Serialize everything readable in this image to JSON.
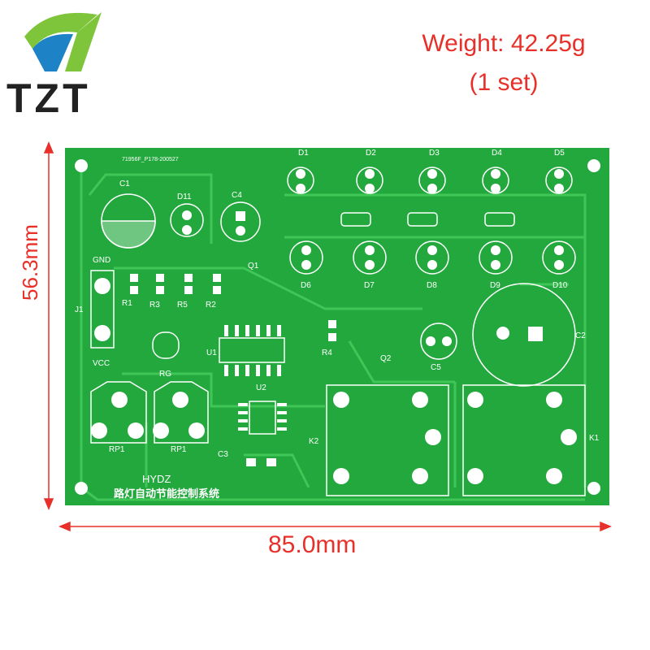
{
  "brand": {
    "logo_text": "TZT"
  },
  "weight": {
    "line1": "Weight: 42.25g",
    "line2": "(1 set)"
  },
  "dimensions": {
    "height": "56.3mm",
    "width": "85.0mm"
  },
  "pcb": {
    "serial": "71956F_P178-200527",
    "brand_label": "HYDZ",
    "title_cn": "路灯自动节能控制系统",
    "labels": {
      "d1": "D1",
      "d2": "D2",
      "d3": "D3",
      "d4": "D4",
      "d5": "D5",
      "d6": "D6",
      "d7": "D7",
      "d8": "D8",
      "d9": "D9",
      "d10": "D10",
      "d11": "D11",
      "c1": "C1",
      "c2": "C2",
      "c3": "C3",
      "c4": "C4",
      "c5": "C5",
      "gnd": "GND",
      "vcc": "VCC",
      "j1": "J1",
      "r1": "R1",
      "r2": "R2",
      "r3": "R3",
      "r5": "R5",
      "r4": "R4",
      "q1": "Q1",
      "q2": "Q2",
      "u1": "U1",
      "u2": "U2",
      "rg": "RG",
      "rp1a": "RP1",
      "rp1b": "RP1",
      "k1": "K1",
      "k2": "K2"
    }
  },
  "colors": {
    "board": "#23a83d",
    "trace": "#3cc453",
    "silk": "#ffffff",
    "accent": "#e8302a"
  }
}
